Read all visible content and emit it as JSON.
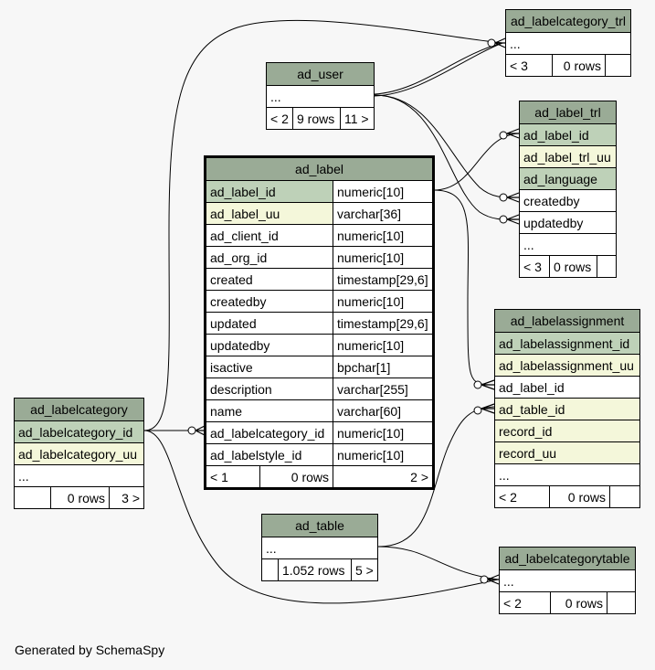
{
  "footer": "Generated by SchemaSpy",
  "tables": {
    "ad_labelcategory_trl": {
      "name": "ad_labelcategory_trl",
      "ellipsis": "...",
      "footer": [
        "< 3",
        "0 rows",
        ""
      ]
    },
    "ad_user": {
      "name": "ad_user",
      "ellipsis": "...",
      "footer": [
        "< 2",
        "9 rows",
        "11 >"
      ]
    },
    "ad_label_trl": {
      "name": "ad_label_trl",
      "columns": [
        "ad_label_id",
        "ad_label_trl_uu",
        "ad_language",
        "createdby",
        "updatedby"
      ],
      "ellipsis": "...",
      "footer": [
        "< 3",
        "0 rows",
        ""
      ]
    },
    "ad_label": {
      "name": "ad_label",
      "columns": [
        {
          "name": "ad_label_id",
          "type": "numeric[10]"
        },
        {
          "name": "ad_label_uu",
          "type": "varchar[36]"
        },
        {
          "name": "ad_client_id",
          "type": "numeric[10]"
        },
        {
          "name": "ad_org_id",
          "type": "numeric[10]"
        },
        {
          "name": "created",
          "type": "timestamp[29,6]"
        },
        {
          "name": "createdby",
          "type": "numeric[10]"
        },
        {
          "name": "updated",
          "type": "timestamp[29,6]"
        },
        {
          "name": "updatedby",
          "type": "numeric[10]"
        },
        {
          "name": "isactive",
          "type": "bpchar[1]"
        },
        {
          "name": "description",
          "type": "varchar[255]"
        },
        {
          "name": "name",
          "type": "varchar[60]"
        },
        {
          "name": "ad_labelcategory_id",
          "type": "numeric[10]"
        },
        {
          "name": "ad_labelstyle_id",
          "type": "numeric[10]"
        }
      ],
      "footer": [
        "< 1",
        "0 rows",
        "2 >"
      ]
    },
    "ad_labelassignment": {
      "name": "ad_labelassignment",
      "columns": [
        "ad_labelassignment_id",
        "ad_labelassignment_uu",
        "ad_label_id",
        "ad_table_id",
        "record_id",
        "record_uu"
      ],
      "ellipsis": "...",
      "footer": [
        "< 2",
        "0 rows",
        ""
      ]
    },
    "ad_labelcategory": {
      "name": "ad_labelcategory",
      "columns": [
        "ad_labelcategory_id",
        "ad_labelcategory_uu"
      ],
      "ellipsis": "...",
      "footer": [
        "",
        "0 rows",
        "3 >"
      ]
    },
    "ad_table": {
      "name": "ad_table",
      "ellipsis": "...",
      "footer": [
        "",
        "1.052 rows",
        "5 >"
      ]
    },
    "ad_labelcategorytable": {
      "name": "ad_labelcategorytable",
      "ellipsis": "...",
      "footer": [
        "< 2",
        "0 rows",
        ""
      ]
    }
  }
}
